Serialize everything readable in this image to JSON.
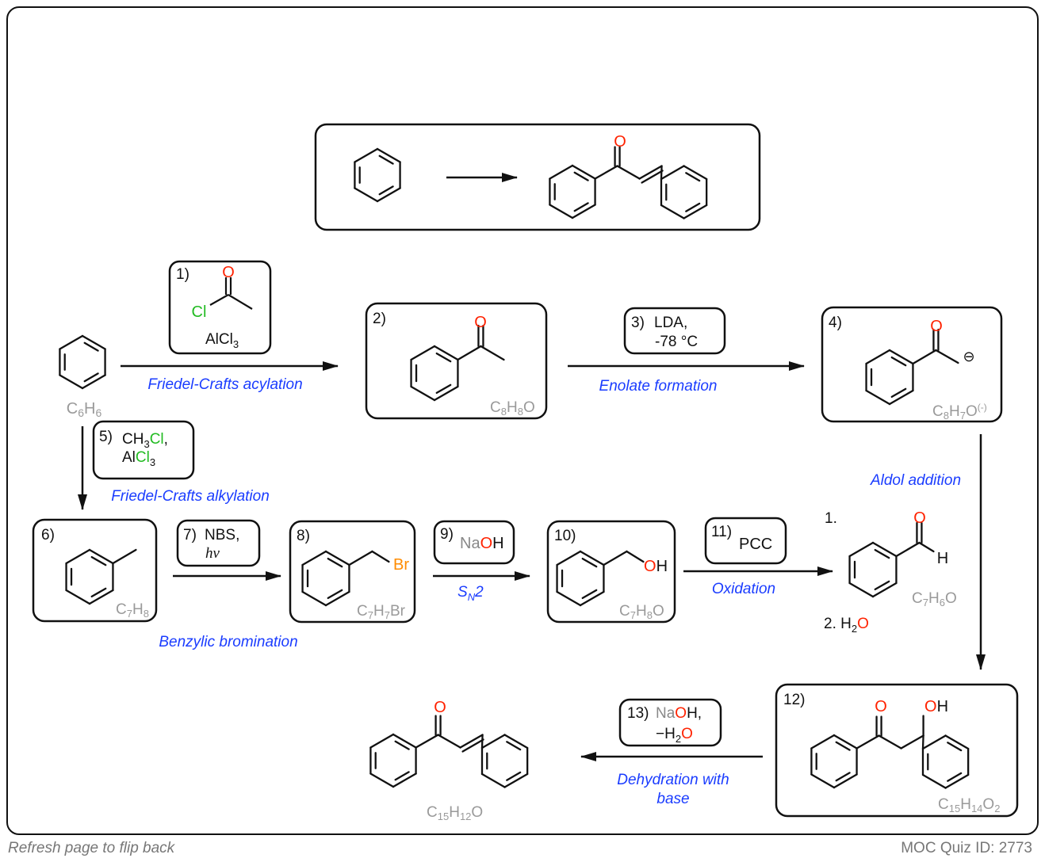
{
  "footer": {
    "flip_text": "Refresh page to flip back",
    "quiz_id": "MOC Quiz ID: 2773"
  },
  "colors": {
    "oxygen": "#ff2200",
    "chlorine": "#22bb22",
    "bromine": "#ff8c00",
    "sodium": "#888888",
    "reaction_label": "#1a3cff",
    "formula": "#9a9a9a",
    "line": "#111111"
  },
  "atoms": {
    "O": "O",
    "Cl": "Cl",
    "Br": "Br",
    "H": "H",
    "OH_O": "O",
    "OH_H": "H"
  },
  "reagents": {
    "r1_num": "1)",
    "r1_lewis": "AlCl",
    "r1_lewis_sub": "3",
    "r3_num": "3)",
    "r3_line1": "LDA,",
    "r3_line2": "-78 °C",
    "r5_num": "5)",
    "r5_ch3": "CH",
    "r5_sub3": "3",
    "r5_cl": "Cl",
    "r5_comma": ",",
    "r5_al": "Al",
    "r5_cl3": "Cl",
    "r5_sub3b": "3",
    "r7_num": "7)",
    "r7_line1": "NBS,",
    "r7_line2": "hν",
    "r9_num": "9)",
    "r9_na": "Na",
    "r9_o": "O",
    "r9_h": "H",
    "r11_num": "11)",
    "r11_text": "PCC",
    "r13_num": "13)",
    "r13_na": "Na",
    "r13_o": "O",
    "r13_h": "H,",
    "r13_minus": "−H",
    "r13_sub2": "2",
    "r13_o2": "O",
    "step1_label": "1.",
    "step2_label": "2. H",
    "step2_sub": "2",
    "step2_o": "O"
  },
  "compounds": {
    "c2_label": "2)",
    "c4_label": "4)",
    "c6_label": "6)",
    "c8_label": "8)",
    "c10_label": "10)",
    "c12_label": "12)",
    "c4_charge": "⊖"
  },
  "formulas": {
    "benzene": {
      "a": "C",
      "a_sub": "6",
      "b": "H",
      "b_sub": "6"
    },
    "c2": {
      "a": "C",
      "a_sub": "8",
      "b": "H",
      "b_sub": "8",
      "c": "O"
    },
    "c4": {
      "a": "C",
      "a_sub": "8",
      "b": "H",
      "b_sub": "7",
      "c": "O",
      "c_sup": "(-)"
    },
    "c6": {
      "a": "C",
      "a_sub": "7",
      "b": "H",
      "b_sub": "8"
    },
    "c8": {
      "a": "C",
      "a_sub": "7",
      "b": "H",
      "b_sub": "7",
      "c": "Br"
    },
    "c10": {
      "a": "C",
      "a_sub": "7",
      "b": "H",
      "b_sub": "8",
      "c": "O"
    },
    "aldehyde": {
      "a": "C",
      "a_sub": "7",
      "b": "H",
      "b_sub": "6",
      "c": "O"
    },
    "c12": {
      "a": "C",
      "a_sub": "15",
      "b": "H",
      "b_sub": "14",
      "c": "O",
      "c_sub": "2"
    },
    "product": {
      "a": "C",
      "a_sub": "15",
      "b": "H",
      "b_sub": "12",
      "c": "O"
    }
  },
  "reaction_labels": {
    "fc_acylation": "Friedel-Crafts acylation",
    "enolate": "Enolate formation",
    "fc_alkylation": "Friedel-Crafts alkylation",
    "aldol": "Aldol addition",
    "benzylic": "Benzylic bromination",
    "sn2_s": "S",
    "sn2_n": "N",
    "sn2_2": "2",
    "oxidation": "Oxidation",
    "dehydration_line1": "Dehydration with",
    "dehydration_line2": "base"
  }
}
